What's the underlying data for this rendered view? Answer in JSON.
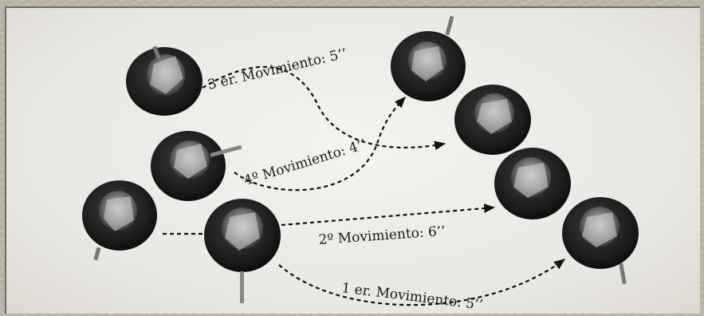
{
  "moves": [
    {
      "text": "3 er. Movimiento: 5’’"
    },
    {
      "text": "4º Movimiento: 4’’"
    },
    {
      "text": "2º Movimiento: 6’’"
    },
    {
      "text": "1 er. Movimiento: 5’’"
    }
  ],
  "colors": {
    "background": "#bdb5a6",
    "panel": "#efeeeb",
    "path": "#111111",
    "base": "#1e1e1e"
  }
}
